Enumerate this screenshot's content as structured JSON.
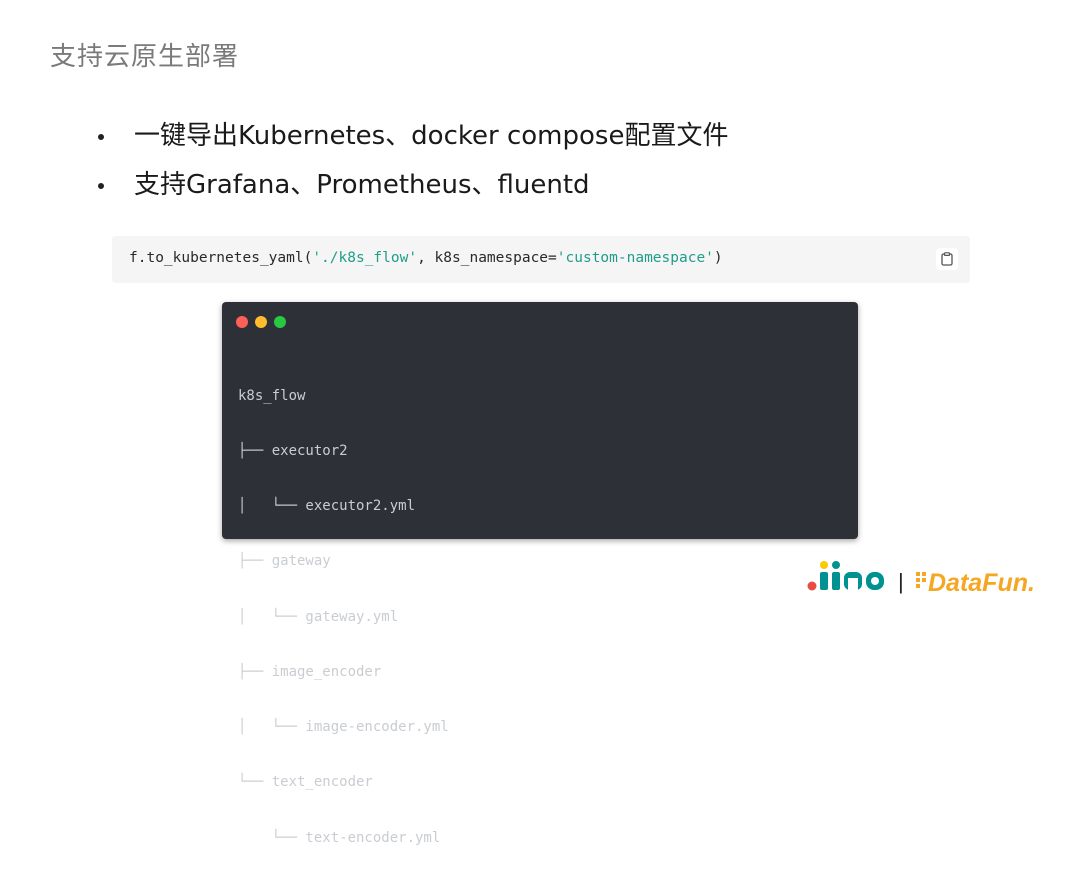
{
  "slide": {
    "title": "支持云原生部署",
    "bullets": [
      "一键导出Kubernetes、docker compose配置文件",
      "支持Grafana、Prometheus、fluentd"
    ]
  },
  "code": {
    "prefix": "f.to_kubernetes_yaml(",
    "arg1": "'./k8s_flow'",
    "mid": ", k8s_namespace=",
    "arg2": "'custom-namespace'",
    "suffix": ")",
    "copy_icon": "clipboard-icon"
  },
  "terminal": {
    "light_colors": [
      "#ff5f57",
      "#febc2e",
      "#28c840"
    ],
    "tree_lines": [
      "k8s_flow",
      "├── executor2",
      "│   └── executor2.yml",
      "├── gateway",
      "│   └── gateway.yml",
      "├── image_encoder",
      "│   └── image-encoder.yml",
      "└── text_encoder",
      "    └── text-encoder.yml"
    ]
  },
  "logos": {
    "jina": "jina",
    "separator": "|",
    "datafun": "DataFun."
  },
  "colors": {
    "jina_blue": "#009191",
    "jina_red": "#e94d42",
    "jina_yellow": "#fbcb03",
    "datafun_orange": "#f5a623"
  }
}
